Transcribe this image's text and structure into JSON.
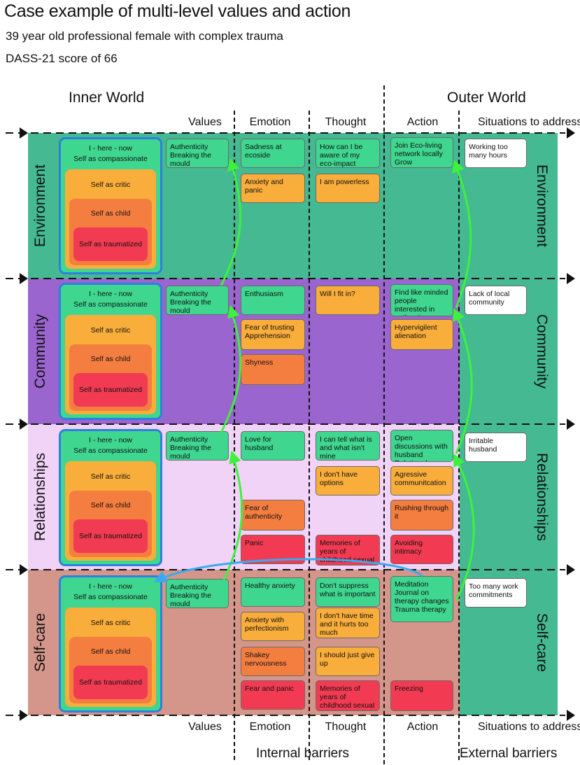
{
  "title": "Case example of multi-level values and action",
  "subtitle_1": "39 year old professional female with complex trauma",
  "subtitle_2": "DASS-21 score of 66",
  "inner_world": "Inner World",
  "outer_world": "Outer World",
  "columns": {
    "values": "Values",
    "emotion": "Emotion",
    "thought": "Thought",
    "action": "Action",
    "situations": "Situations to address"
  },
  "internal_barriers": "Internal barriers",
  "external_barriers": "External barriers",
  "self_levels": {
    "l1a": "I - here - now",
    "l1b": "Self as compassionate",
    "l2": "Self as critic",
    "l3": "Self as child",
    "l4": "Self as traumatized"
  },
  "rows": {
    "environment": {
      "label": "Environment",
      "values": [
        "Authenticity",
        "Breaking the mould"
      ],
      "emotions": [
        "Sadness at ecoside",
        "Anxiety and panic"
      ],
      "thoughts": [
        "How can I be aware of my eco-impact",
        "I am powerless"
      ],
      "actions": [
        "Join Eco-living network locally Grow vegetables"
      ],
      "situation": "Working too many hours"
    },
    "community": {
      "label": "Community",
      "values": [
        "Authenticity",
        "Breaking the mould"
      ],
      "emotions": [
        "Enthusiasm",
        "Fear of trusting Apprehension",
        "Shyness"
      ],
      "thoughts": [
        "Will I fit in?"
      ],
      "actions": [
        "Find like minded people interested in authentic connecting",
        "Hypervigilent alienation"
      ],
      "situation": "Lack of local community"
    },
    "relationships": {
      "label": "Relationships",
      "values": [
        "Authenticity",
        "Breaking the mould"
      ],
      "emotions": [
        "Love for husband",
        "Fear of authenticity",
        "Panic"
      ],
      "thoughts": [
        "I can tell what is and what isn't mine",
        "I don't have options",
        "Memories of years of childhood sexual abuse"
      ],
      "actions": [
        "Open discussions with husband Relational therapy",
        "Agressive communitcation",
        "Rushing through it",
        "Avoiding intimacy"
      ],
      "situation": "Irritable husband"
    },
    "selfcare": {
      "label": "Self-care",
      "values": [
        "Authenticity",
        "Breaking the mould"
      ],
      "emotions": [
        "Healthy anxiety",
        "Anxiety with perfectionism",
        "Shakey nervousness",
        "Fear and panic"
      ],
      "thoughts": [
        "Don't suppress what is important",
        "I don't have time and it hurts too much",
        "I should just give up",
        "Memories of years of childhood sexual abuse"
      ],
      "actions": [
        "Meditation Journal on therapy changes Trauma therapy",
        "Freezing"
      ],
      "situation": "Too many work commitments"
    }
  },
  "colors": {
    "environment": "#44b992",
    "community": "#9b65cf",
    "relationships": "#f2d3f8",
    "selfcare": "#d4968a",
    "green_box": "#3fd690",
    "orange_box": "#f9ad3a",
    "dark_orange_box": "#f47e40",
    "red_box": "#f23b52",
    "green_arrow": "#3df23d",
    "blue_arrow": "#3aaaf0"
  }
}
